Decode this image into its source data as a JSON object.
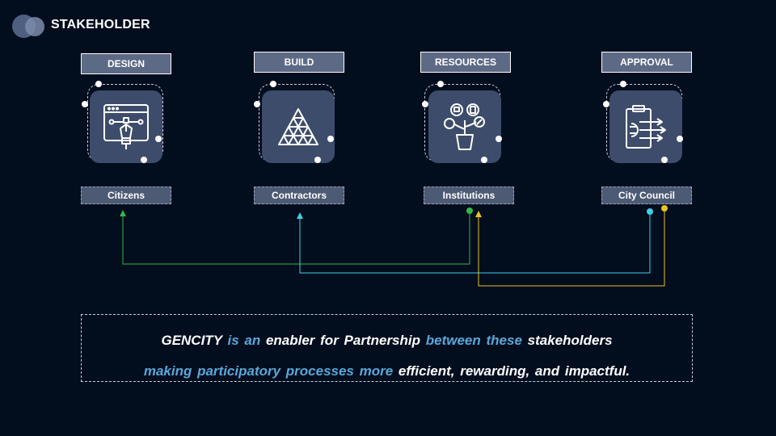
{
  "header": {
    "title": "STAKEHOLDER"
  },
  "roles": [
    {
      "head": "DESIGN",
      "stakeholder": "Citizens",
      "icon": "pen-tool-icon"
    },
    {
      "head": "BUILD",
      "stakeholder": "Contractors",
      "icon": "triangle-structure-icon"
    },
    {
      "head": "RESOURCES",
      "stakeholder": "Institutions",
      "icon": "plant-resources-icon"
    },
    {
      "head": "APPROVAL",
      "stakeholder": "City Council",
      "icon": "clipboard-approval-icon"
    }
  ],
  "connectors": [
    {
      "from": "Institutions",
      "to": "Citizens",
      "color": "#35b84a"
    },
    {
      "from": "City Council",
      "to": "Contractors",
      "color": "#3fd0e6"
    },
    {
      "from": "City Council",
      "to": "Institutions",
      "color": "#e8c21f"
    }
  ],
  "message": {
    "line1": [
      {
        "text": "GENCITY",
        "style": "w"
      },
      {
        "text": "is an",
        "style": "b"
      },
      {
        "text": "enabler for Partnership",
        "style": "w"
      },
      {
        "text": "between these",
        "style": "b"
      },
      {
        "text": "stakeholders",
        "style": "w"
      }
    ],
    "line2": [
      {
        "text": "making participatory processes more",
        "style": "b"
      },
      {
        "text": "efficient, rewarding, and impactful.",
        "style": "w"
      }
    ]
  }
}
